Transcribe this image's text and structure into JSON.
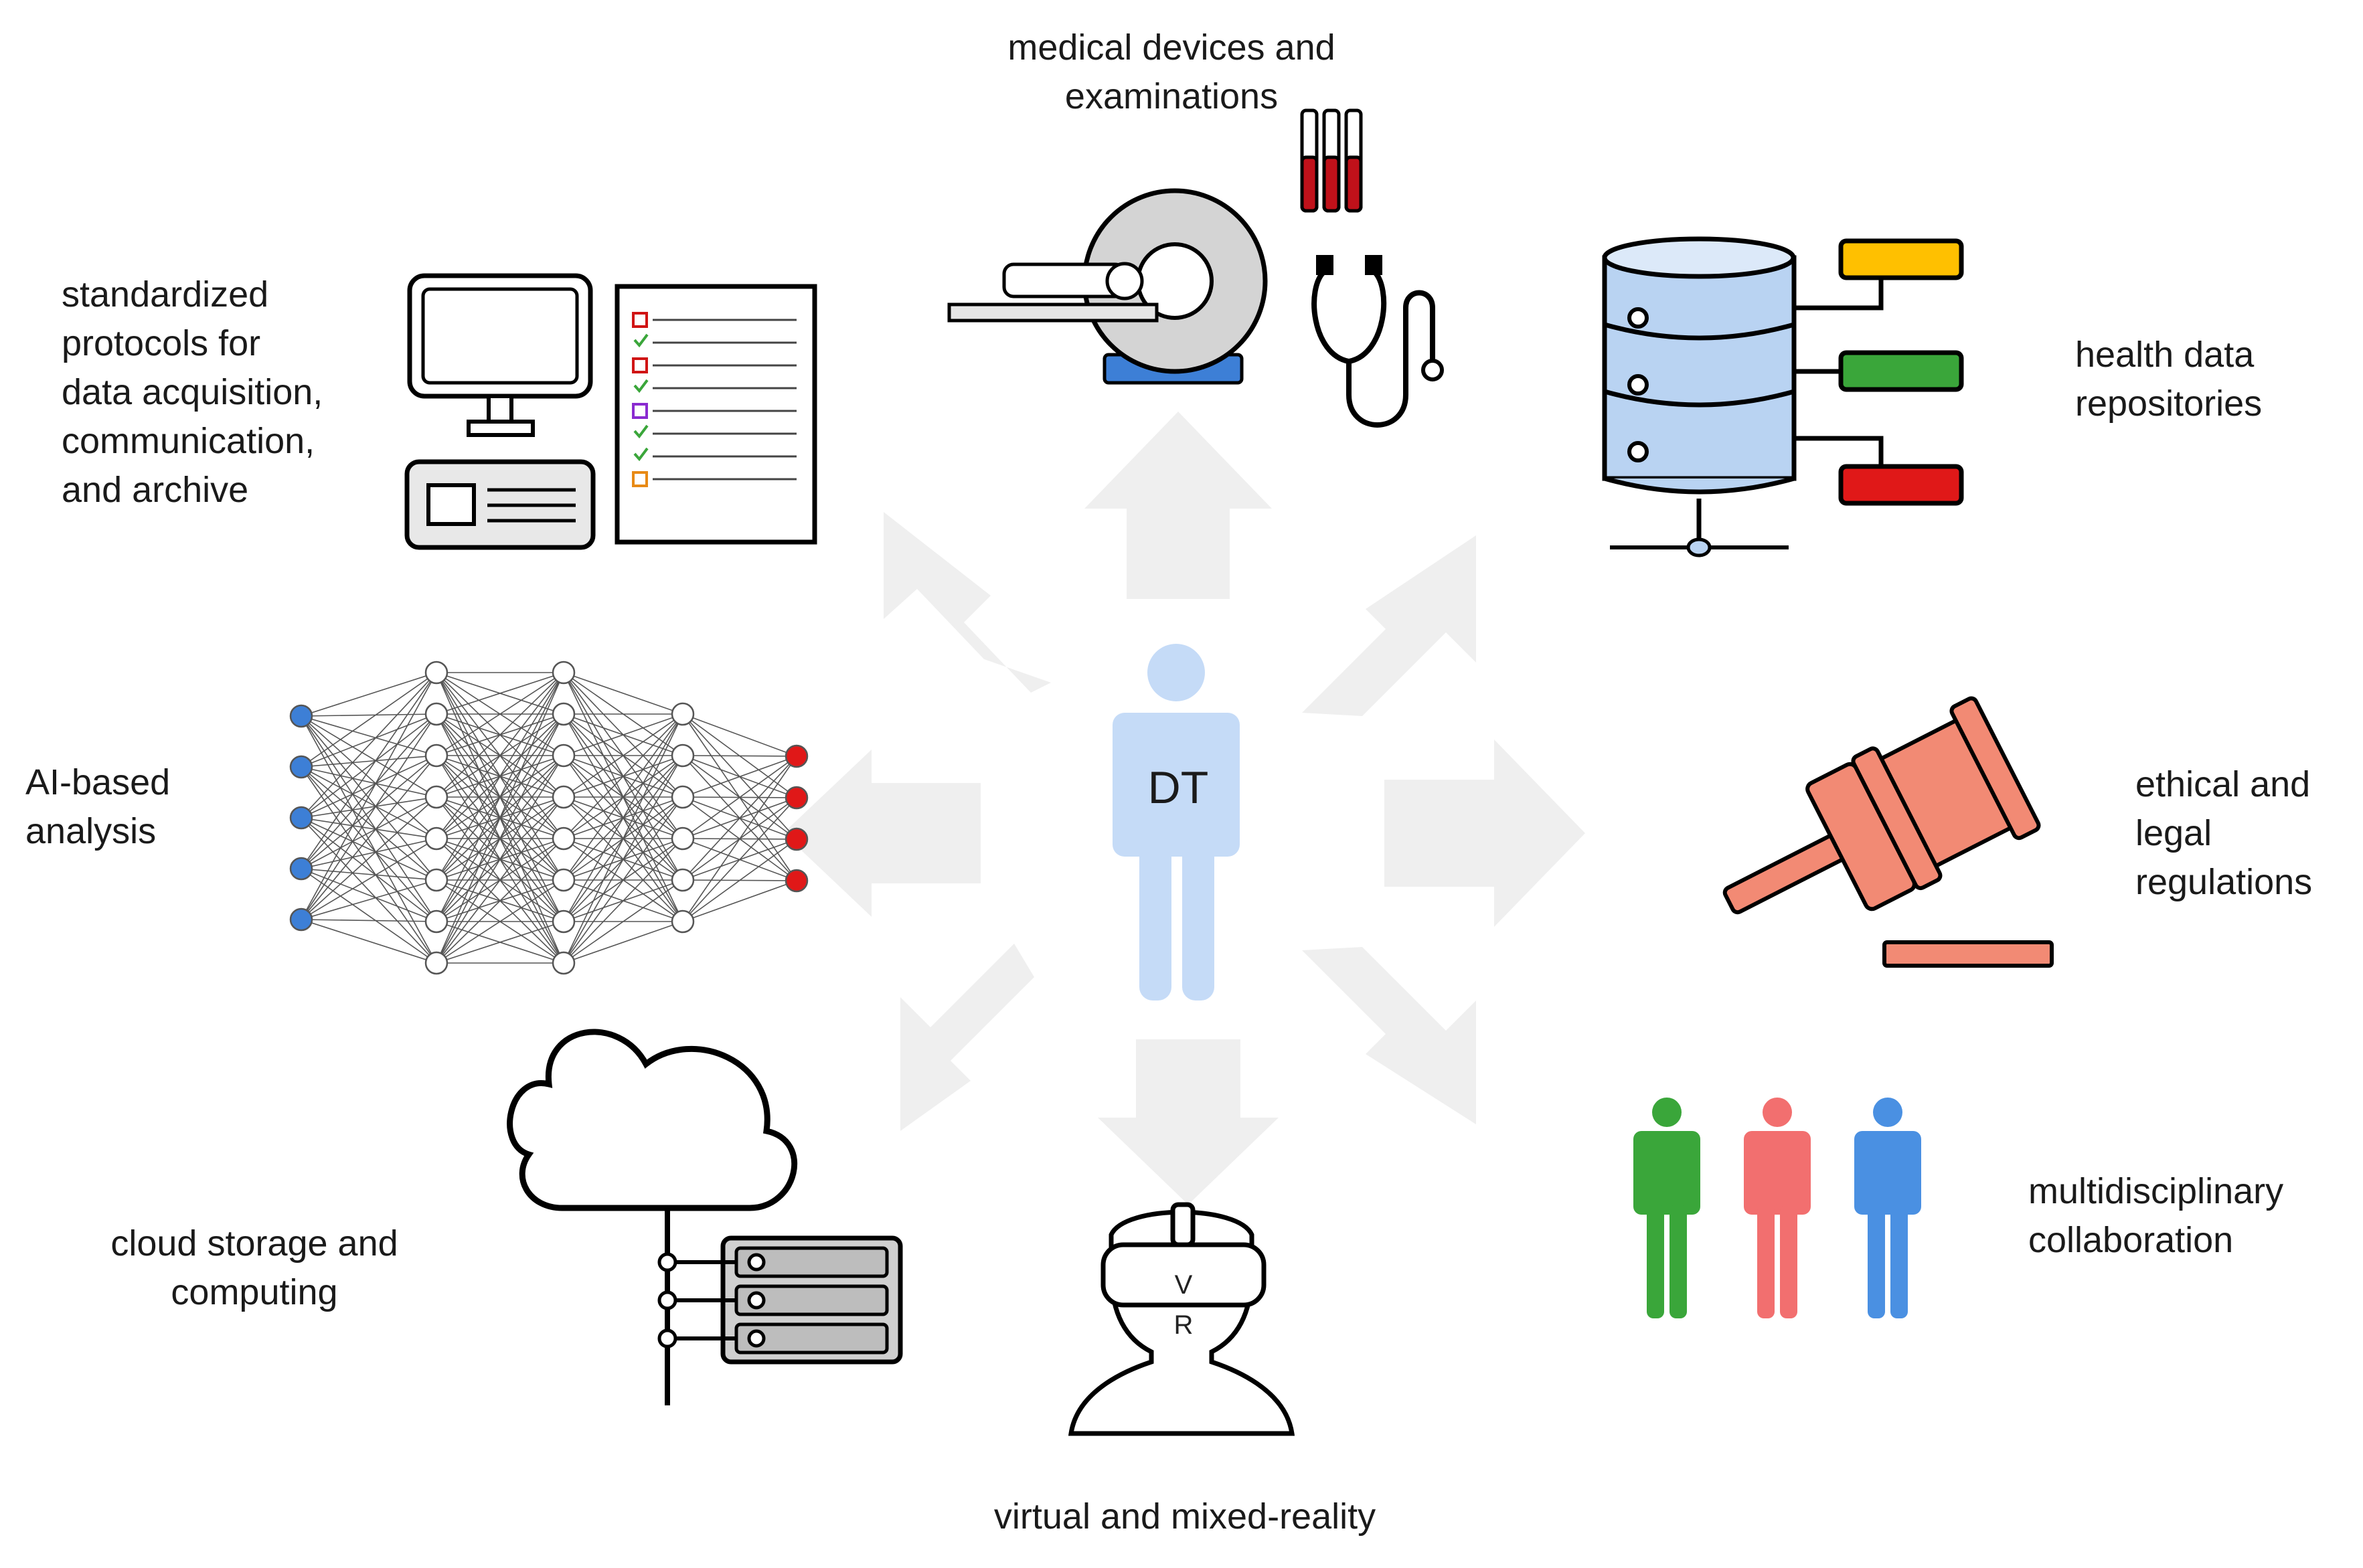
{
  "center": {
    "label": "DT"
  },
  "headset": {
    "text_top": "V",
    "text_bottom": "R"
  },
  "labels": {
    "medical": {
      "line1": "medical devices and",
      "line2": "examinations"
    },
    "protocols": {
      "line1": "standardized",
      "line2": "protocols for",
      "line3": "data acquisition,",
      "line4": "communication,",
      "line5": "and archive"
    },
    "repositories": {
      "line1": "health data",
      "line2": "repositories"
    },
    "ai": {
      "line1": "AI-based",
      "line2": "analysis"
    },
    "ethical": {
      "line1": "ethical and",
      "line2": "legal",
      "line3": "regulations"
    },
    "cloud": {
      "line1": "cloud storage and",
      "line2": "computing"
    },
    "collab": {
      "line1": "multidisciplinary",
      "line2": "collaboration"
    },
    "vr": {
      "line1": "virtual and mixed-reality"
    }
  },
  "colors": {
    "arrow": "#efefef",
    "person_center": "#c5dbf7",
    "db_blue": "#b9d3f2",
    "tag_yellow": "#ffc000",
    "tag_green": "#3aa63a",
    "tag_red": "#e01818",
    "gavel": "#f28a74",
    "person_green": "#3aa63a",
    "person_red": "#f26f6f",
    "person_blue": "#4a90e2",
    "nn_input": "#3d7fd6",
    "nn_output": "#e01818",
    "scanner_base": "#3d7fd6",
    "tube_blood": "#c0111a"
  }
}
